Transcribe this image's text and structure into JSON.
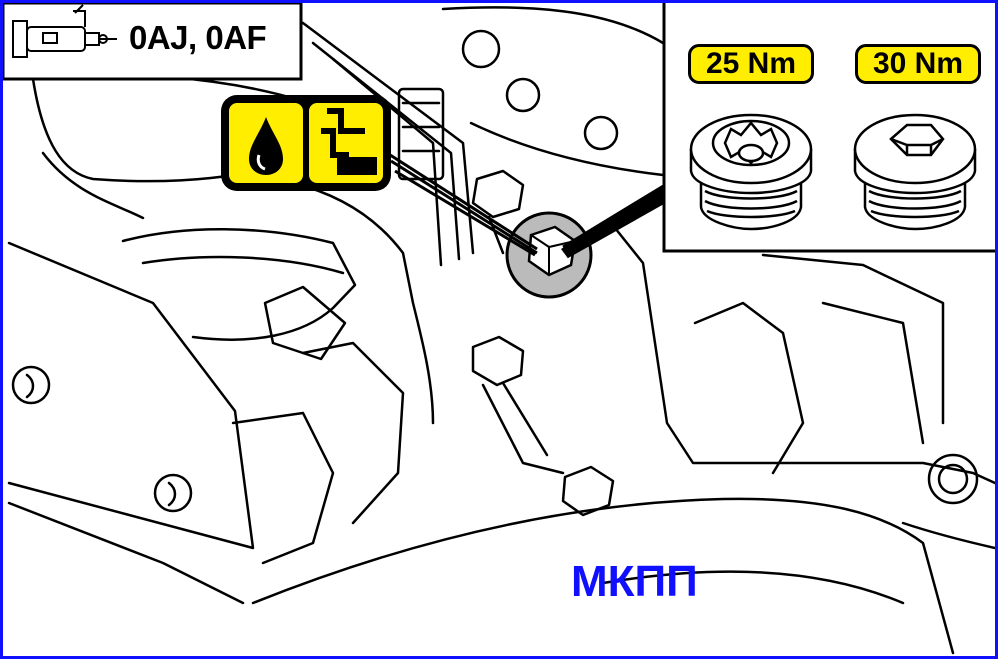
{
  "header": {
    "codes": "0AJ, 0AF",
    "gearbox_icon": "gearbox-icon"
  },
  "callout": {
    "icons": [
      "oil-drop-icon",
      "fill-level-icon"
    ],
    "color": "#ffee00"
  },
  "inset": {
    "plugs": [
      {
        "torque": "25 Nm",
        "drive": "spline-drive"
      },
      {
        "torque": "30 Nm",
        "drive": "hex-socket-drive"
      }
    ]
  },
  "caption": "МКПП",
  "colors": {
    "border": "#1010ff",
    "caption": "#1010ff",
    "highlight": "#ffee00"
  }
}
